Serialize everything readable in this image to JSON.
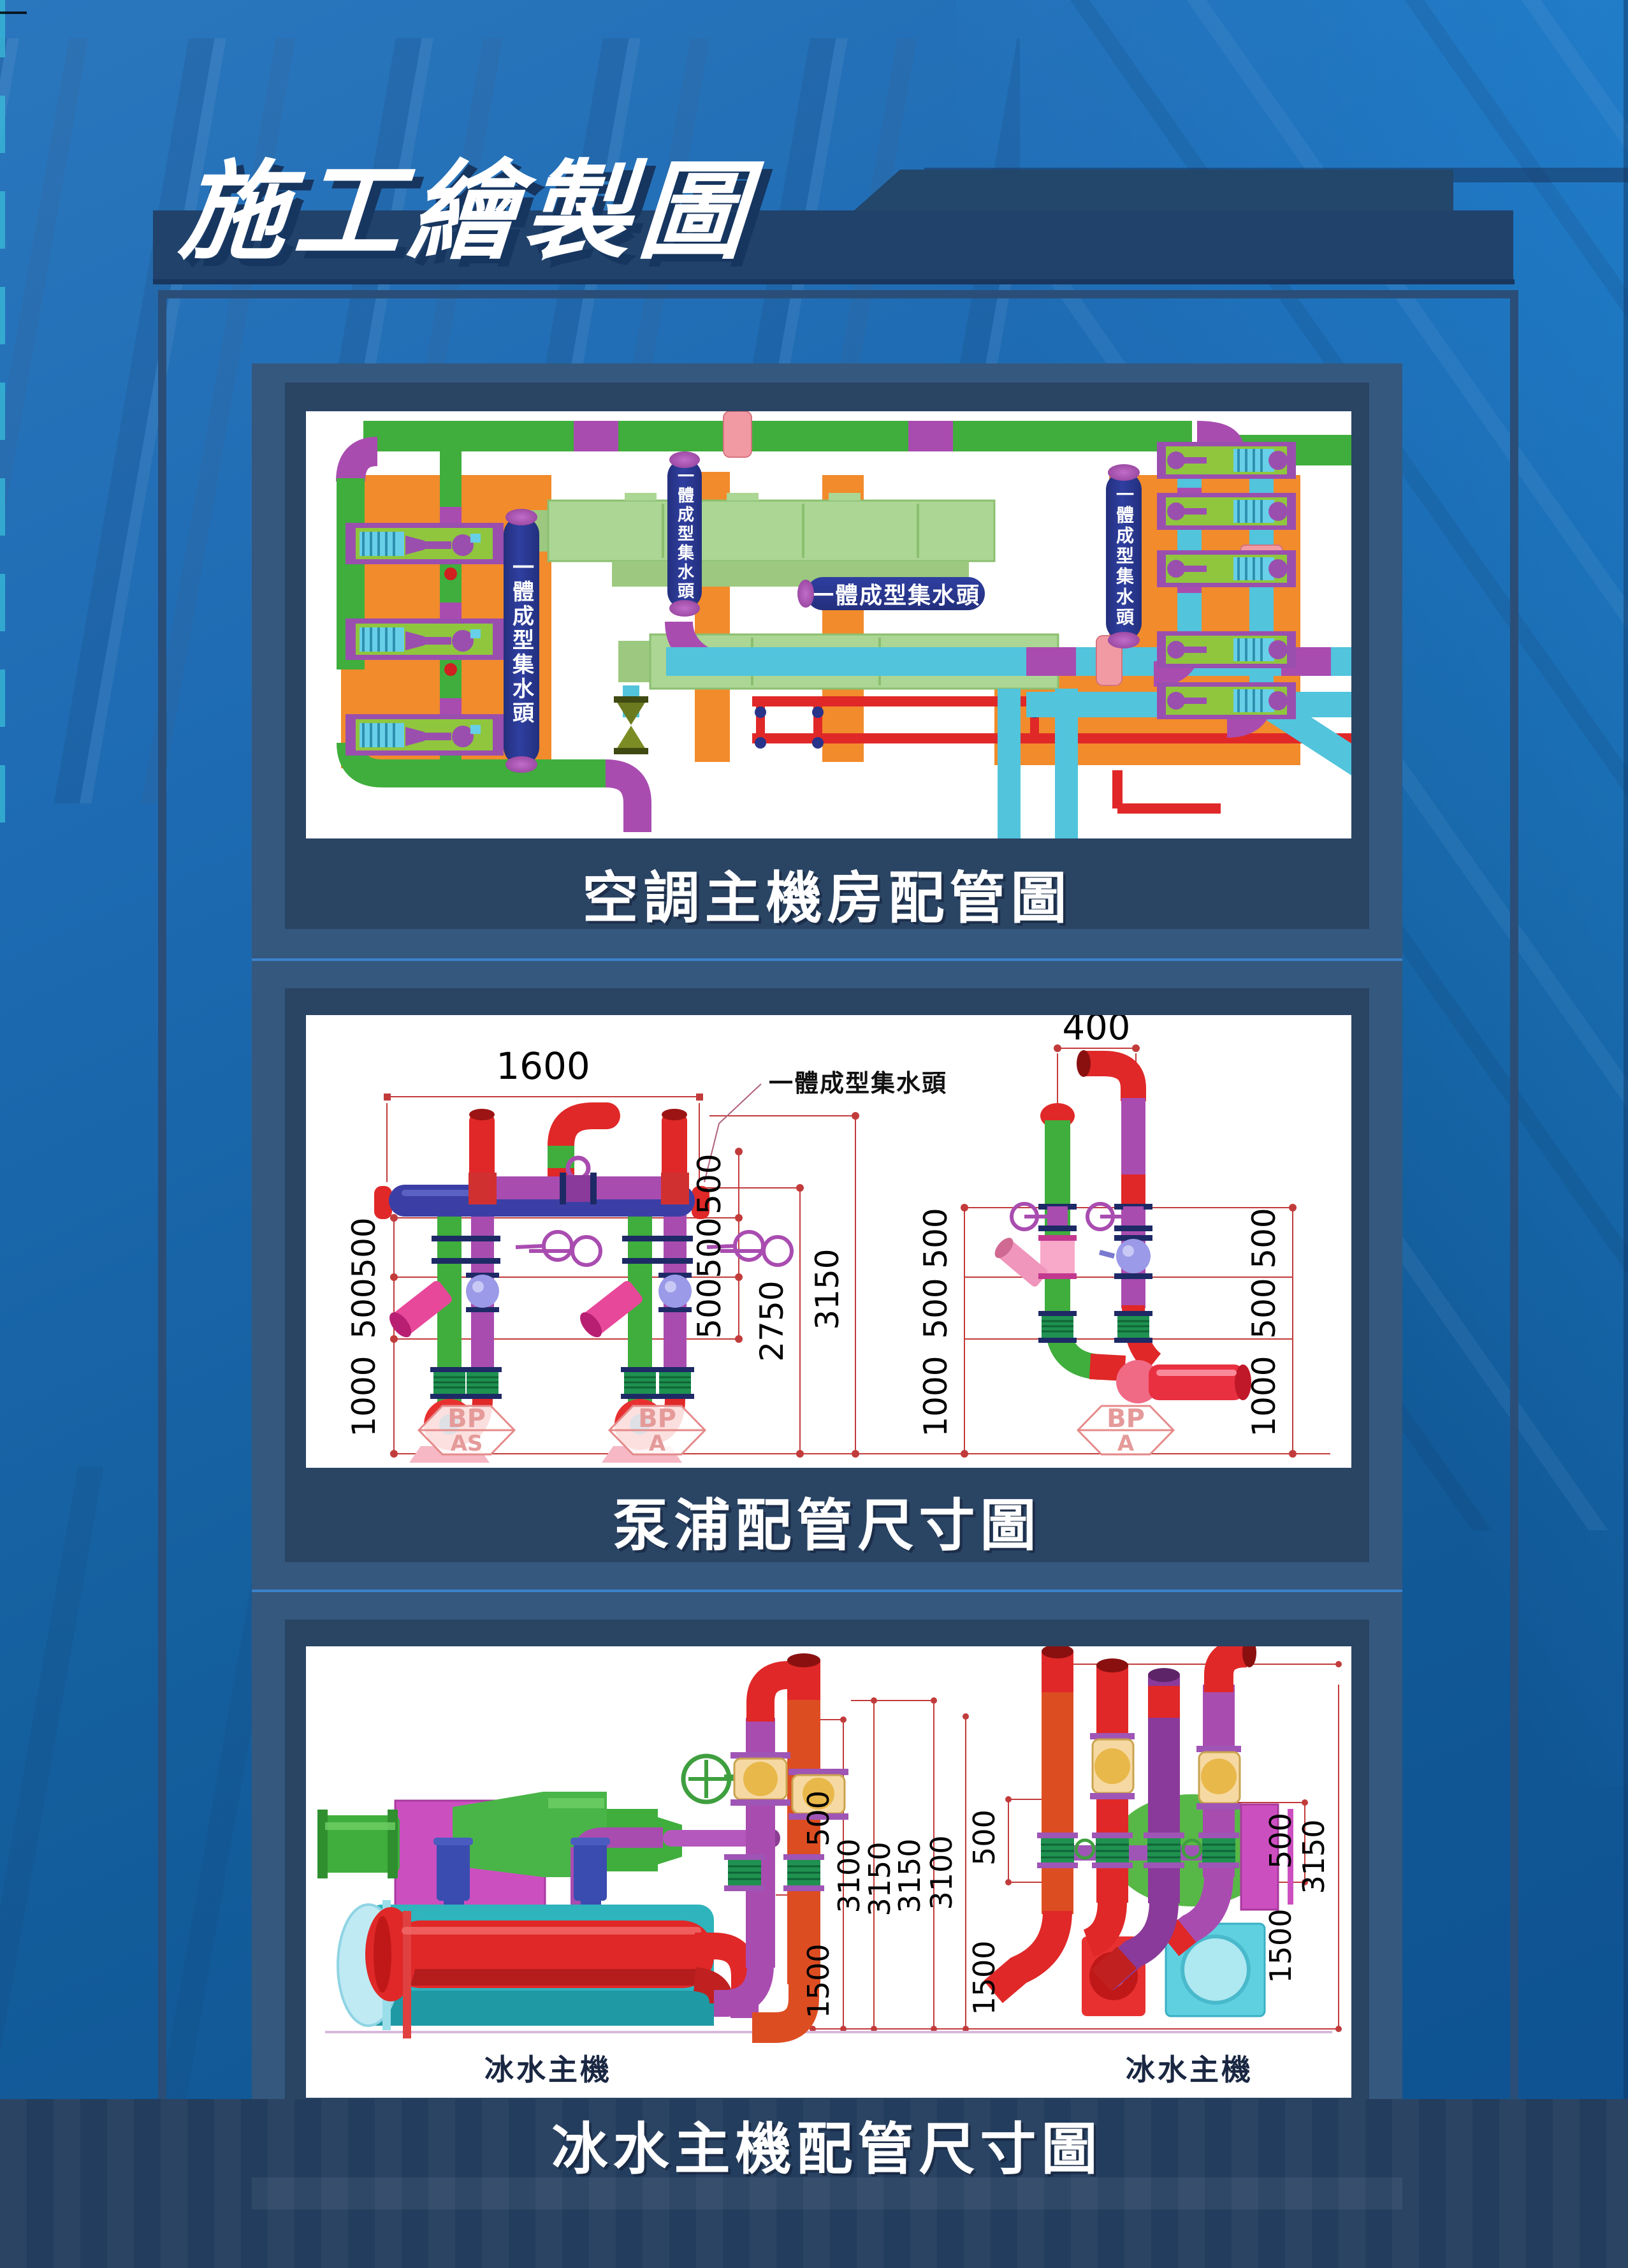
{
  "title": "施工繪製圖",
  "panel1": {
    "caption": "空調主機房配管圖",
    "header_label": "一體成型集水頭"
  },
  "panel2": {
    "caption": "泵浦配管尺寸圖",
    "callout": "一體成型集水頭",
    "d1600": "1600",
    "d400": "400",
    "d500": "500",
    "d1000": "1000",
    "d2750": "2750",
    "d3150": "3150",
    "tag_bp": "BP",
    "tag_as": "AS",
    "tag_a": "A"
  },
  "panel3": {
    "caption": "冰水主機配管尺寸圖",
    "machine_label": "冰水主機",
    "d500": "500",
    "d1500": "1500",
    "d3100": "3100",
    "d3150": "3150"
  }
}
